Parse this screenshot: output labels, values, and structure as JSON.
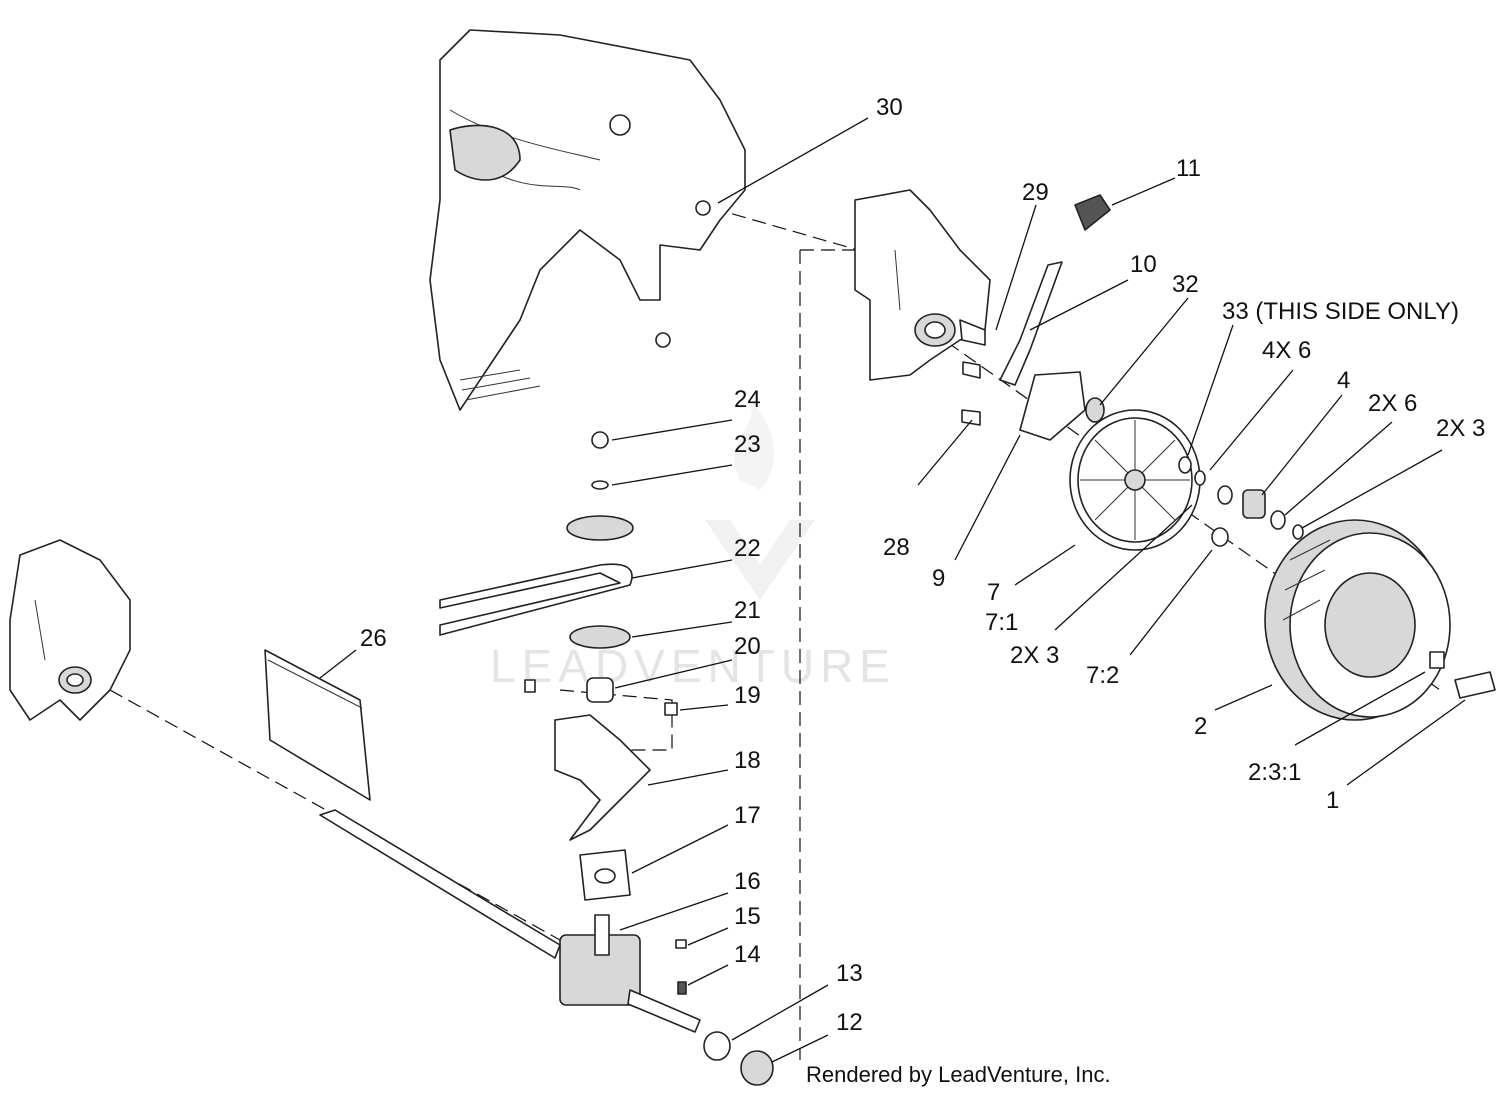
{
  "labels": {
    "p1": "1",
    "p2": "2",
    "p2_3_1": "2:3:1",
    "p4": "4",
    "p4x6": "4X 6",
    "p2x6": "2X 6",
    "p2x3_top": "2X 3",
    "p2x3_mid": "2X 3",
    "p7": "7",
    "p7_1": "7:1",
    "p7_2": "7:2",
    "p9": "9",
    "p10": "10",
    "p11": "11",
    "p12": "12",
    "p13": "13",
    "p14": "14",
    "p15": "15",
    "p16": "16",
    "p17": "17",
    "p18": "18",
    "p19": "19",
    "p20": "20",
    "p21": "21",
    "p22": "22",
    "p23": "23",
    "p24": "24",
    "p26": "26",
    "p28": "28",
    "p29": "29",
    "p30": "30",
    "p32": "32",
    "p33": "33 (THIS SIDE ONLY)"
  },
  "credit": "Rendered by LeadVenture, Inc.",
  "watermark": "LEADVENTURE",
  "colors": {
    "ink": "#111111",
    "watermark": "#e4e4e4",
    "shading": "#d8d8d8"
  }
}
